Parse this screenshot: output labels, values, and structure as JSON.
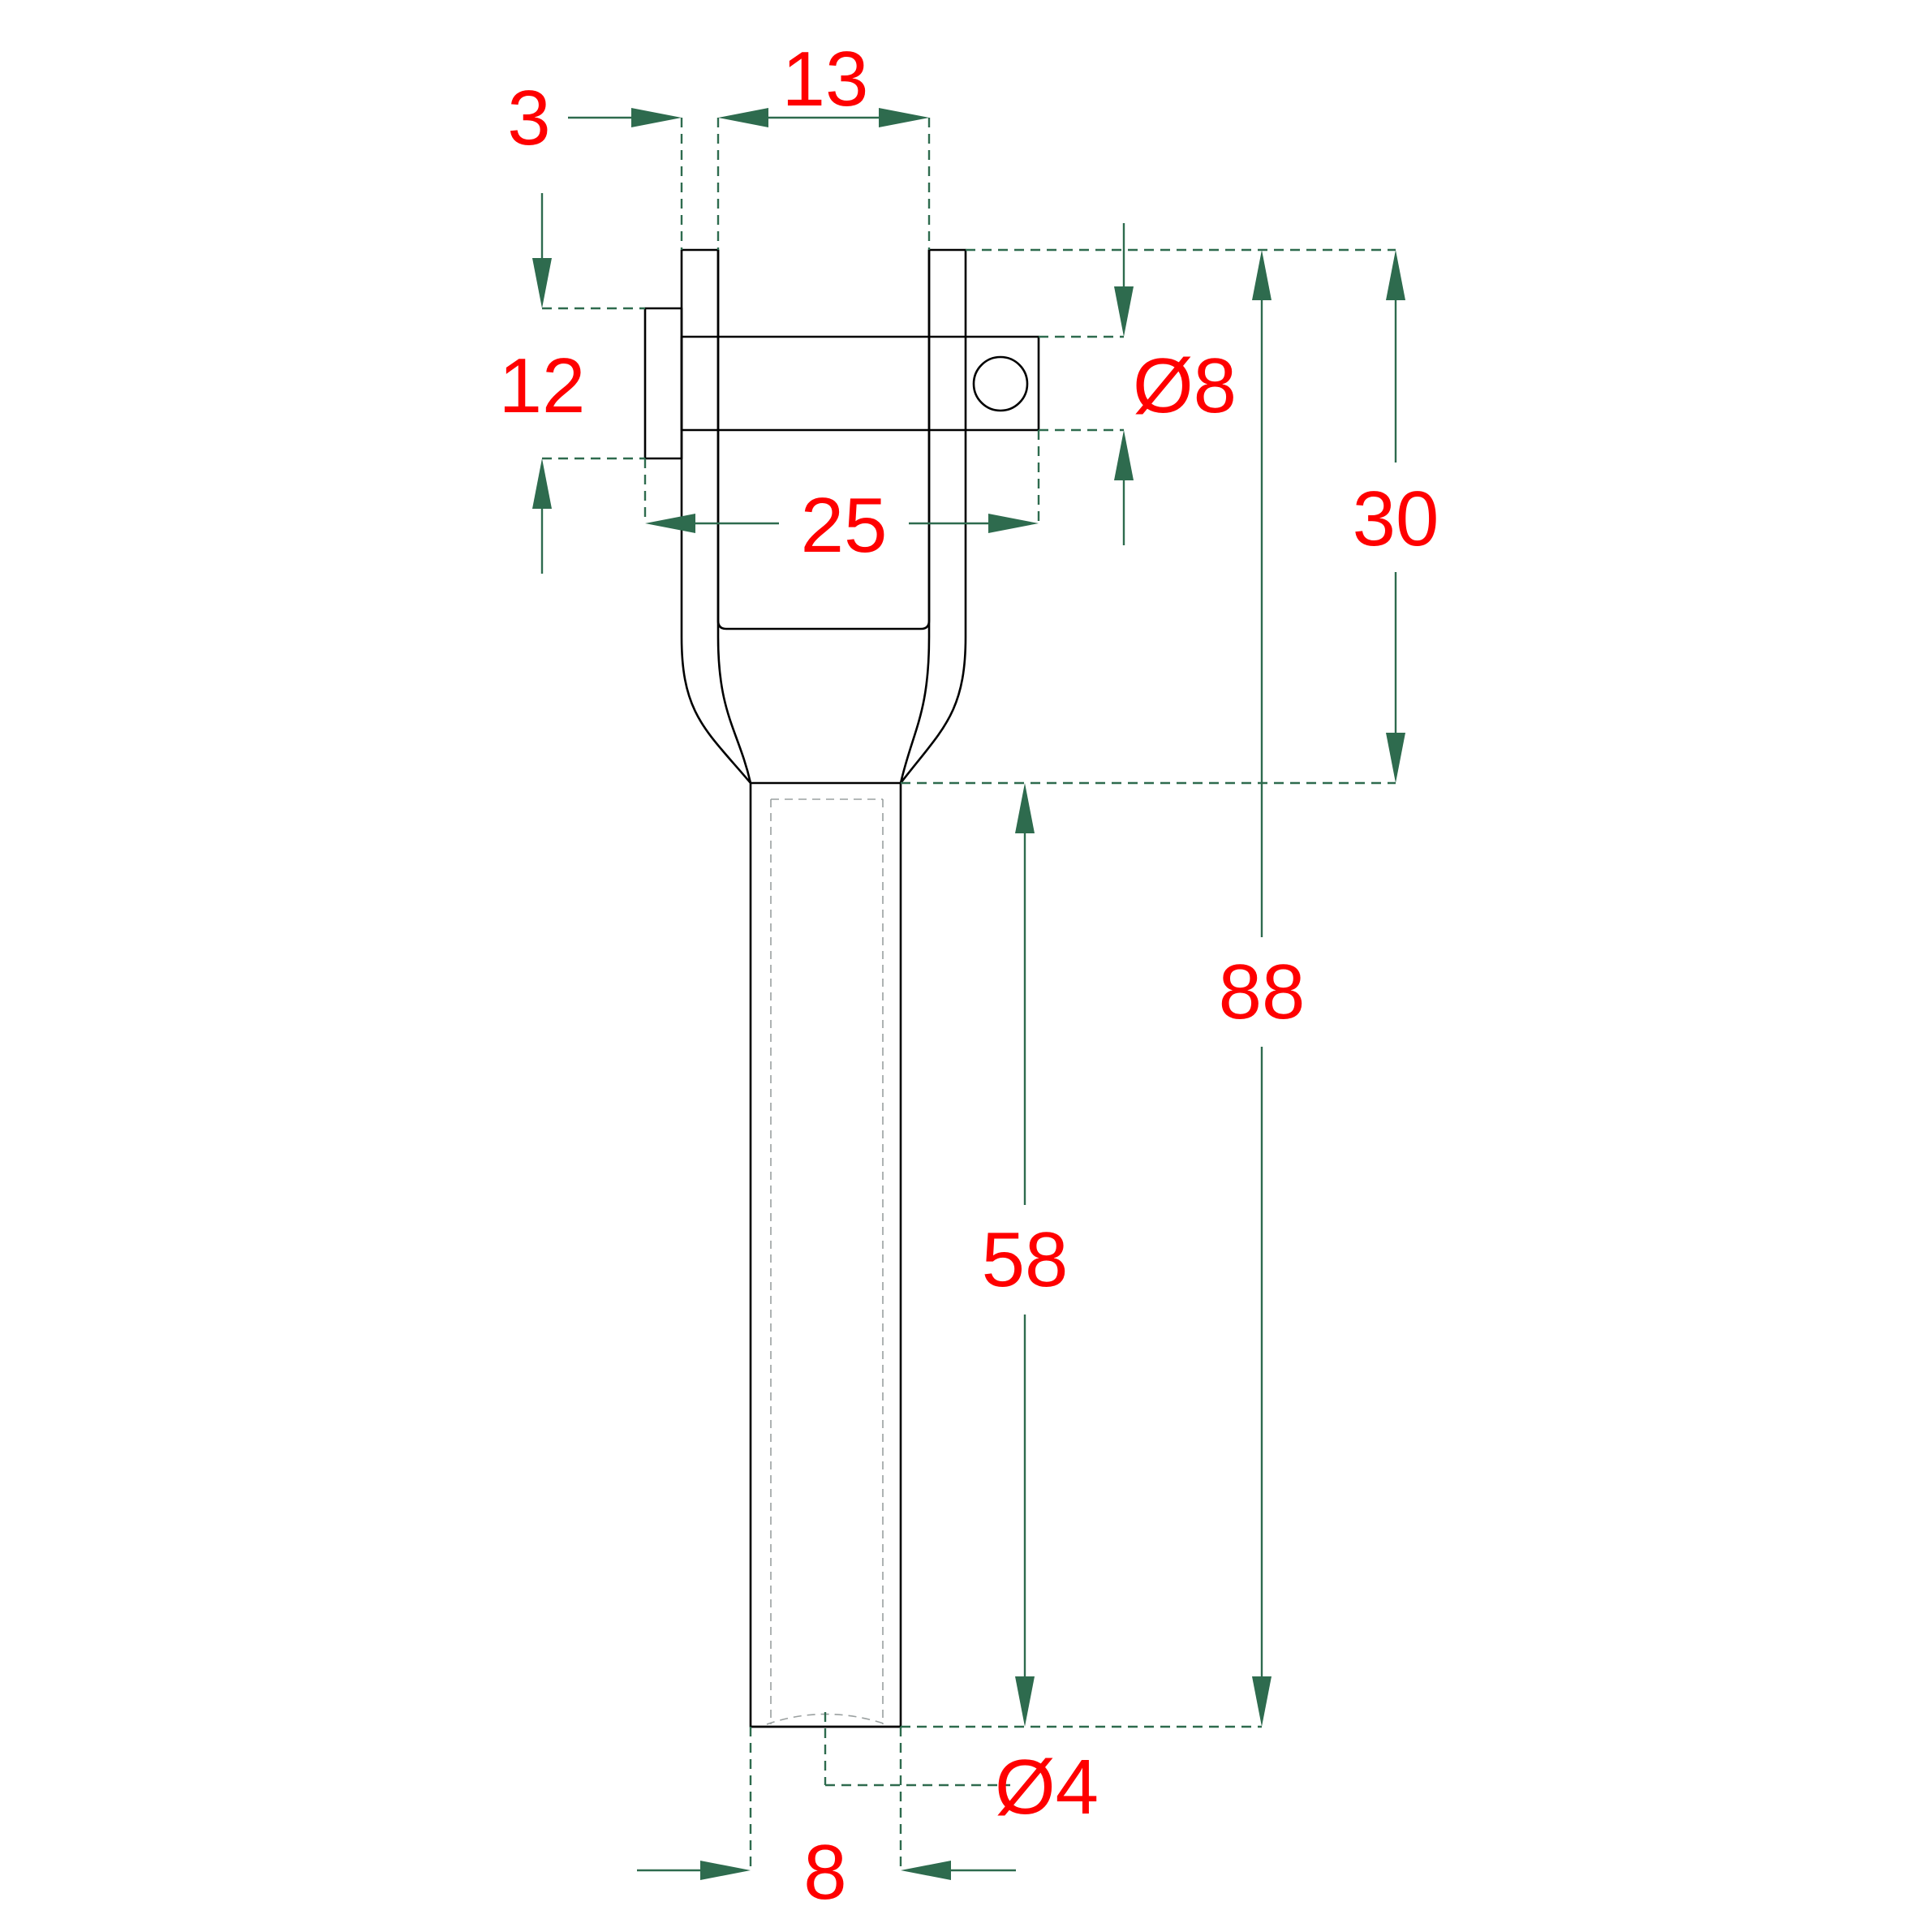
{
  "dimensions": {
    "wall_thickness": "3",
    "slot_width": "13",
    "pin_head_height": "12",
    "pin_diameter": "Ø8",
    "pin_length": "25",
    "fork_length": "30",
    "overall_length": "88",
    "shank_length": "58",
    "bore_diameter": "Ø4",
    "shank_diameter": "8"
  },
  "colors": {
    "outline": "#000000",
    "dimension_lines": "#2e6b4e",
    "dimension_text": "#ff0000",
    "hidden_lines": "#9aa0a0",
    "background": "#ffffff"
  }
}
